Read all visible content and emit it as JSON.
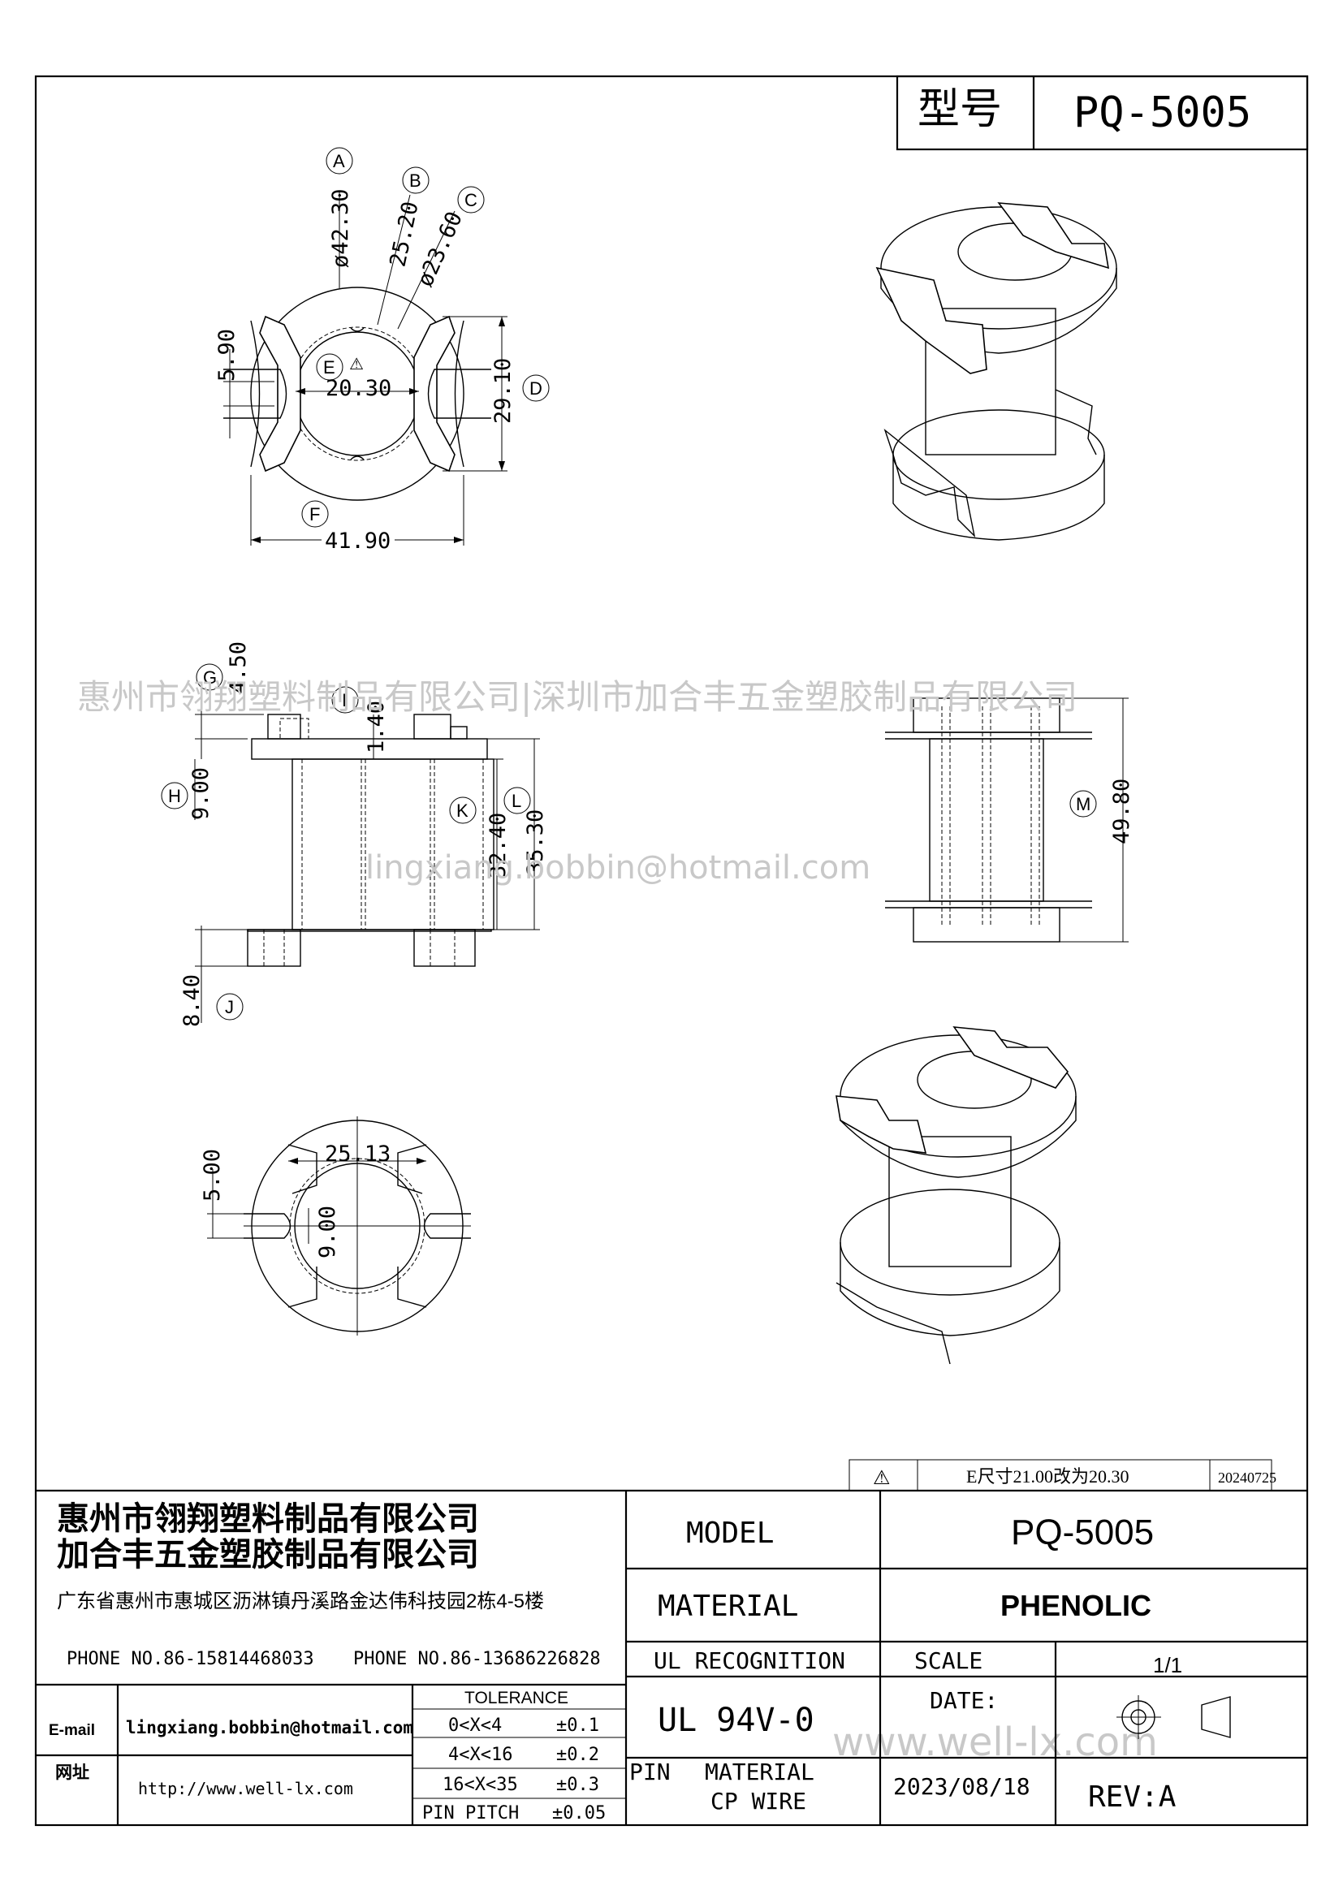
{
  "header": {
    "model_label": "型号",
    "model_value": "PQ-5005"
  },
  "dimensions": {
    "top_view": {
      "A": "ø42.30",
      "B": "25.20",
      "C": "ø23.60",
      "slot": "5.90",
      "E": "20.30",
      "D": "29.10",
      "F": "41.90"
    },
    "side_view": {
      "G": "4.50",
      "I": "1.40",
      "H": "9.00",
      "K": "32.40",
      "L": "35.30",
      "J": "8.40",
      "M": "49.80"
    },
    "bottom_view": {
      "width": "25.13",
      "slot": "5.00",
      "pin": "9.00"
    }
  },
  "callouts": [
    "A",
    "B",
    "C",
    "D",
    "E",
    "F",
    "G",
    "H",
    "I",
    "J",
    "K",
    "L",
    "M"
  ],
  "revision_note": {
    "symbol": "⚠",
    "text": "E尺寸21.00改为20.30",
    "date": "20240725"
  },
  "watermarks": {
    "company": "惠州市翎翔塑料制品有限公司|深圳市加合丰五金塑胶制品有限公司",
    "email": "lingxiang.bobbin@hotmail.com",
    "website": "www.well-lx.com"
  },
  "title_block": {
    "company1": "惠州市翎翔塑料制品有限公司",
    "company2": "加合丰五金塑胶制品有限公司",
    "address": "广东省惠州市惠城区沥淋镇丹溪路金达伟科技园2栋4-5楼",
    "phone1": "PHONE NO.86-15814468033",
    "phone2": "PHONE NO.86-13686226828",
    "email_label": "E-mail",
    "email_value": "lingxiang.bobbin@hotmail.com",
    "web_label": "网址",
    "web_value": "http://www.well-lx.com",
    "tolerance_title": "TOLERANCE",
    "tolerances": [
      {
        "range": "0<X<4",
        "value": "±0.1"
      },
      {
        "range": "4<X<16",
        "value": "±0.2"
      },
      {
        "range": "16<X<35",
        "value": "±0.3"
      },
      {
        "range": "PIN PITCH",
        "value": "±0.05"
      }
    ],
    "model_label": "MODEL",
    "model_value": "PQ-5005",
    "material_label": "MATERIAL",
    "material_value": "PHENOLIC",
    "ul_label": "UL RECOGNITION",
    "scale_label": "SCALE",
    "scale_value": "1/1",
    "ul_value": "UL 94V-0",
    "date_label": "DATE:",
    "date_value": "2023/08/18",
    "pin_label": "PIN",
    "pin_material_label": "MATERIAL",
    "pin_material_value": "CP WIRE",
    "rev": "REV:A"
  }
}
